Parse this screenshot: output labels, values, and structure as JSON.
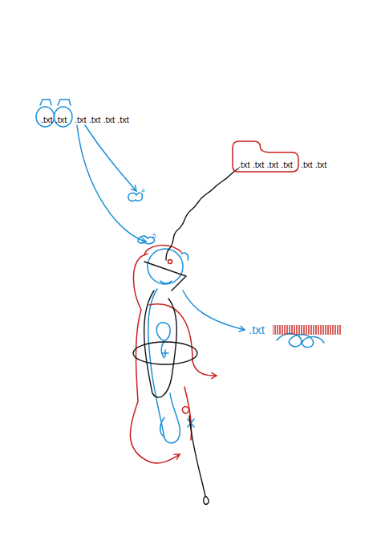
{
  "diagram": {
    "nodes": [
      {
        "text": [
          ".txt .txt"
        ]
      },
      {
        "text": [
          ".txt .txt .txt .txt"
        ]
      }
    ],
    "labels": [
      ".txt .txt .txt .txt",
      ".txt .txt",
      ".txt",
      "4",
      "5"
    ]
  }
}
